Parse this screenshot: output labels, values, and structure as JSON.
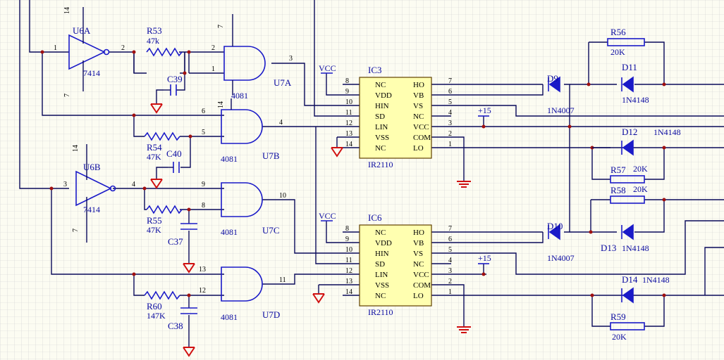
{
  "colors": {
    "background": "#fcfcf2",
    "grid": "#c8c8c8",
    "wire": "#0a0a5a",
    "component": "#1a1ac8",
    "ic_fill": "#ffffb0",
    "ground": "#d01010",
    "junction": "#a01010"
  },
  "gates": {
    "u6a": {
      "ref": "U6A",
      "part": "7414",
      "pin_vcc": "14",
      "pin_gnd": "7",
      "pin_in": "1",
      "pin_out": "2"
    },
    "u6b": {
      "ref": "U6B",
      "part": "7414",
      "pin_vcc": "14",
      "pin_gnd": "7",
      "pin_in": "3",
      "pin_out": "4"
    },
    "u7a": {
      "ref": "U7A",
      "part": "4081",
      "pin_a": "2",
      "pin_b": "1",
      "pin_out": "3",
      "pin_vcc": "7",
      "pin_gnd": "14"
    },
    "u7b": {
      "ref": "U7B",
      "part": "4081",
      "pin_a": "6",
      "pin_b": "5",
      "pin_out": "4",
      "pin_vcc": "14"
    },
    "u7c": {
      "ref": "U7C",
      "part": "4081",
      "pin_a": "9",
      "pin_b": "8",
      "pin_out": "10"
    },
    "u7d": {
      "ref": "U7D",
      "part": "4081",
      "pin_a": "13",
      "pin_b": "12",
      "pin_out": "11"
    }
  },
  "resistors": {
    "r53": {
      "ref": "R53",
      "value": "47k"
    },
    "r54": {
      "ref": "R54",
      "value": "47K"
    },
    "r55": {
      "ref": "R55",
      "value": "47K"
    },
    "r60": {
      "ref": "R60",
      "value": "147K"
    },
    "r56": {
      "ref": "R56",
      "value": "20K"
    },
    "r57": {
      "ref": "R57",
      "value": "20K"
    },
    "r58": {
      "ref": "R58",
      "value": "20K"
    },
    "r59": {
      "ref": "R59",
      "value": "20K"
    }
  },
  "capacitors": {
    "c39": "C39",
    "c40": "C40",
    "c37": "C37",
    "c38": "C38"
  },
  "diodes": {
    "d9": {
      "ref": "D9",
      "part": "1N4007"
    },
    "d10": {
      "ref": "D10",
      "part": "1N4007"
    },
    "d11": {
      "ref": "D11",
      "part": "1N4148"
    },
    "d12": {
      "ref": "D12",
      "part": "1N4148"
    },
    "d13": {
      "ref": "D13",
      "part": "1N4148"
    },
    "d14": {
      "ref": "D14",
      "part": "1N4148"
    }
  },
  "ics": {
    "ic3": {
      "ref": "IC3",
      "part": "IR2110"
    },
    "ic6": {
      "ref": "IC6",
      "part": "IR2110"
    },
    "left_pins": [
      {
        "num": "8",
        "name": "NC"
      },
      {
        "num": "9",
        "name": "VDD"
      },
      {
        "num": "10",
        "name": "HIN"
      },
      {
        "num": "11",
        "name": "SD"
      },
      {
        "num": "12",
        "name": "LIN"
      },
      {
        "num": "13",
        "name": "VSS"
      },
      {
        "num": "14",
        "name": "NC"
      }
    ],
    "right_pins": [
      {
        "num": "7",
        "name": "HO"
      },
      {
        "num": "6",
        "name": "VB"
      },
      {
        "num": "5",
        "name": "VS"
      },
      {
        "num": "4",
        "name": "NC"
      },
      {
        "num": "3",
        "name": "VCC"
      },
      {
        "num": "2",
        "name": "COM"
      },
      {
        "num": "1",
        "name": "LO"
      }
    ]
  },
  "power": {
    "vcc": "VCC",
    "plus15": "+15"
  }
}
